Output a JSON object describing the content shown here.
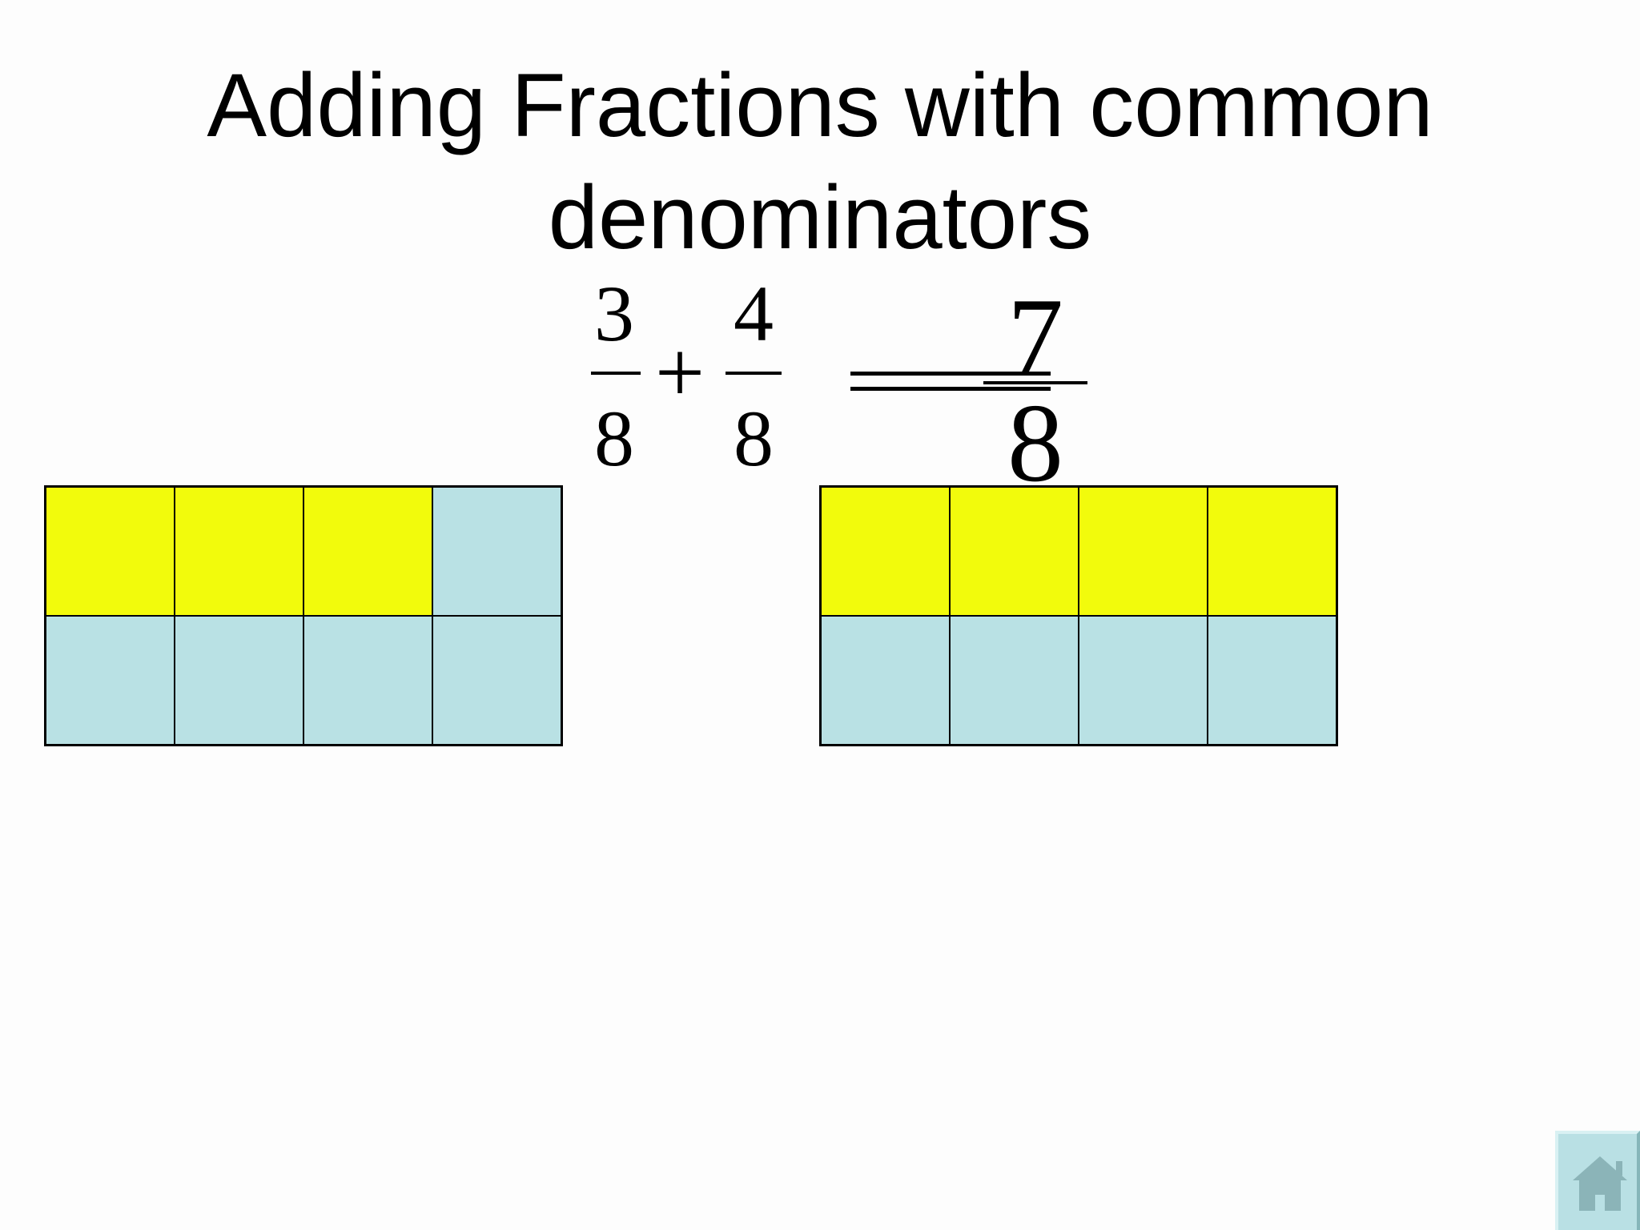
{
  "title": {
    "line1": "Adding Fractions with common",
    "line2": "denominators"
  },
  "equation": {
    "first": {
      "numerator": "3",
      "denominator": "8"
    },
    "operator": "+",
    "second": {
      "numerator": "4",
      "denominator": "8"
    },
    "result": {
      "numerator": "7",
      "denominator": "8"
    }
  },
  "grids": [
    {
      "name": "three-eighths",
      "shaded": 3,
      "total": 8
    },
    {
      "name": "four-eighths",
      "shaded": 4,
      "total": 8
    }
  ],
  "colors": {
    "shaded": "#f2fb0c",
    "empty": "#b9e1e4"
  },
  "nav": {
    "home_icon": "home-icon"
  }
}
